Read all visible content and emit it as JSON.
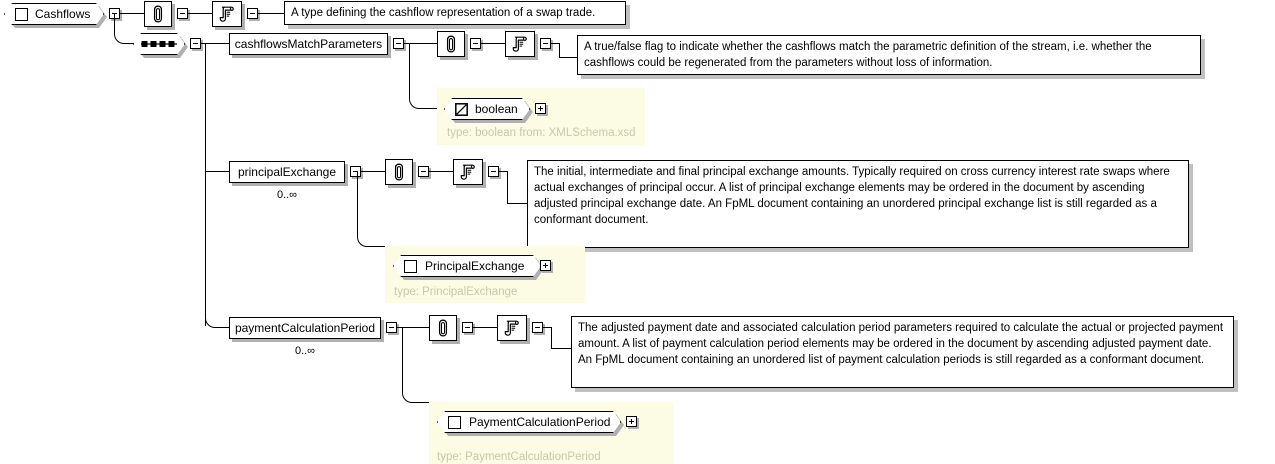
{
  "diagram": {
    "kind": "xml-schema-diagram",
    "root": {
      "name": "Cashflows",
      "icon": "complex-type-square-icon",
      "documentation": "A type defining the cashflow representation of a swap trade."
    },
    "compositor": {
      "kind": "sequence",
      "icon": "sequence-icon"
    },
    "elements": [
      {
        "name": "cashflowsMatchParameters",
        "cardinality": "",
        "documentation": "A true/false flag to indicate whether the cashflows match the parametric definition of the stream, i.e. whether the cashflows could be regenerated from the parameters without loss of information.",
        "type_node": {
          "label": "boolean",
          "icon": "simple-type-icon",
          "caption": "type: boolean from: XMLSchema.xsd",
          "expand": "+"
        }
      },
      {
        "name": "principalExchange",
        "cardinality": "0..∞",
        "documentation": "The initial, intermediate and final principal exchange amounts. Typically required on cross currency interest rate swaps where actual exchanges of principal occur. A list of principal exchange elements may be ordered in the document by ascending adjusted principal exchange date. An FpML document containing an unordered principal exchange list is still regarded as a conformant document.",
        "type_node": {
          "label": "PrincipalExchange",
          "icon": "complex-type-square-icon",
          "caption": "type: PrincipalExchange",
          "expand": "+"
        }
      },
      {
        "name": "paymentCalculationPeriod",
        "cardinality": "0..∞",
        "documentation": "The adjusted payment date and associated calculation period parameters required to calculate the actual or projected payment amount. A list of payment calculation period elements may be ordered in the document by ascending adjusted payment date. An FpML document containing an unordered list of payment calculation periods is still regarded as a conformant document.",
        "type_node": {
          "label": "PaymentCalculationPeriod",
          "icon": "complex-type-square-icon",
          "caption": "type: PaymentCalculationPeriod",
          "expand": "+"
        }
      }
    ],
    "icons": {
      "annotation": "paperclip-icon",
      "documentation": "document-scroll-icon",
      "collapse": "−",
      "expand": "+"
    },
    "colors": {
      "background": "#ffffff",
      "line": "#000000",
      "shadow": "#b0b0b0",
      "type_panel": "#fcfce4",
      "type_caption": "#c8c8a8"
    }
  }
}
